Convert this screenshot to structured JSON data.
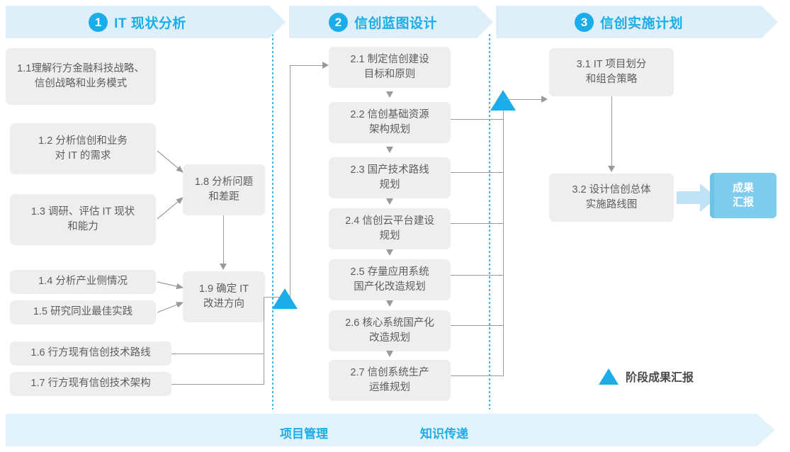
{
  "phases": [
    {
      "num": "1",
      "title": "IT 现状分析"
    },
    {
      "num": "2",
      "title": "信创蓝图设计"
    },
    {
      "num": "3",
      "title": "信创实施计划"
    }
  ],
  "phase1_tasks": [
    {
      "id": "1.1",
      "text": "1.1理解行方金融科技战略、\n信创战略和业务模式"
    },
    {
      "id": "1.2",
      "text": "1.2 分析信创和业务\n对 IT 的需求"
    },
    {
      "id": "1.3",
      "text": "1.3 调研、评估 IT 现状\n和能力"
    },
    {
      "id": "1.4",
      "text": "1.4 分析产业侧情况"
    },
    {
      "id": "1.5",
      "text": "1.5 研究同业最佳实践"
    },
    {
      "id": "1.6",
      "text": "1.6 行方现有信创技术路线"
    },
    {
      "id": "1.7",
      "text": "1.7 行方现有信创技术架构"
    },
    {
      "id": "1.8",
      "text": "1.8 分析问题\n和差距"
    },
    {
      "id": "1.9",
      "text": "1.9 确定 IT\n改进方向"
    }
  ],
  "phase2_tasks": [
    {
      "id": "2.1",
      "text": "2.1 制定信创建设\n目标和原则"
    },
    {
      "id": "2.2",
      "text": "2.2 信创基础资源\n架构规划"
    },
    {
      "id": "2.3",
      "text": "2.3 国产技术路线\n规划"
    },
    {
      "id": "2.4",
      "text": "2.4 信创云平台建设\n规划"
    },
    {
      "id": "2.5",
      "text": "2.5 存量应用系统\n国产化改造规划"
    },
    {
      "id": "2.6",
      "text": "2.6 核心系统国产化\n改造规划"
    },
    {
      "id": "2.7",
      "text": "2.7 信创系统生产\n运维规划"
    }
  ],
  "phase3_tasks": [
    {
      "id": "3.1",
      "text": "3.1 IT 项目划分\n和组合策略"
    },
    {
      "id": "3.2",
      "text": "3.2 设计信创总体\n实施路线图"
    }
  ],
  "result_chip": {
    "text": "成果\n汇报"
  },
  "legend": {
    "label": "阶段成果汇报",
    "marker": "milestone-triangle"
  },
  "bottom_band": {
    "labels": [
      "项目管理",
      "知识传递"
    ]
  },
  "colors": {
    "accent": "#1badea",
    "band": "#deeffa",
    "bottom_band": "#e3f3fb",
    "box": "#eeeeee",
    "box_text": "#5d5d5d",
    "connector": "#9a9a9a",
    "chip": "#7fcdee",
    "divider": "#3fb8e8"
  }
}
